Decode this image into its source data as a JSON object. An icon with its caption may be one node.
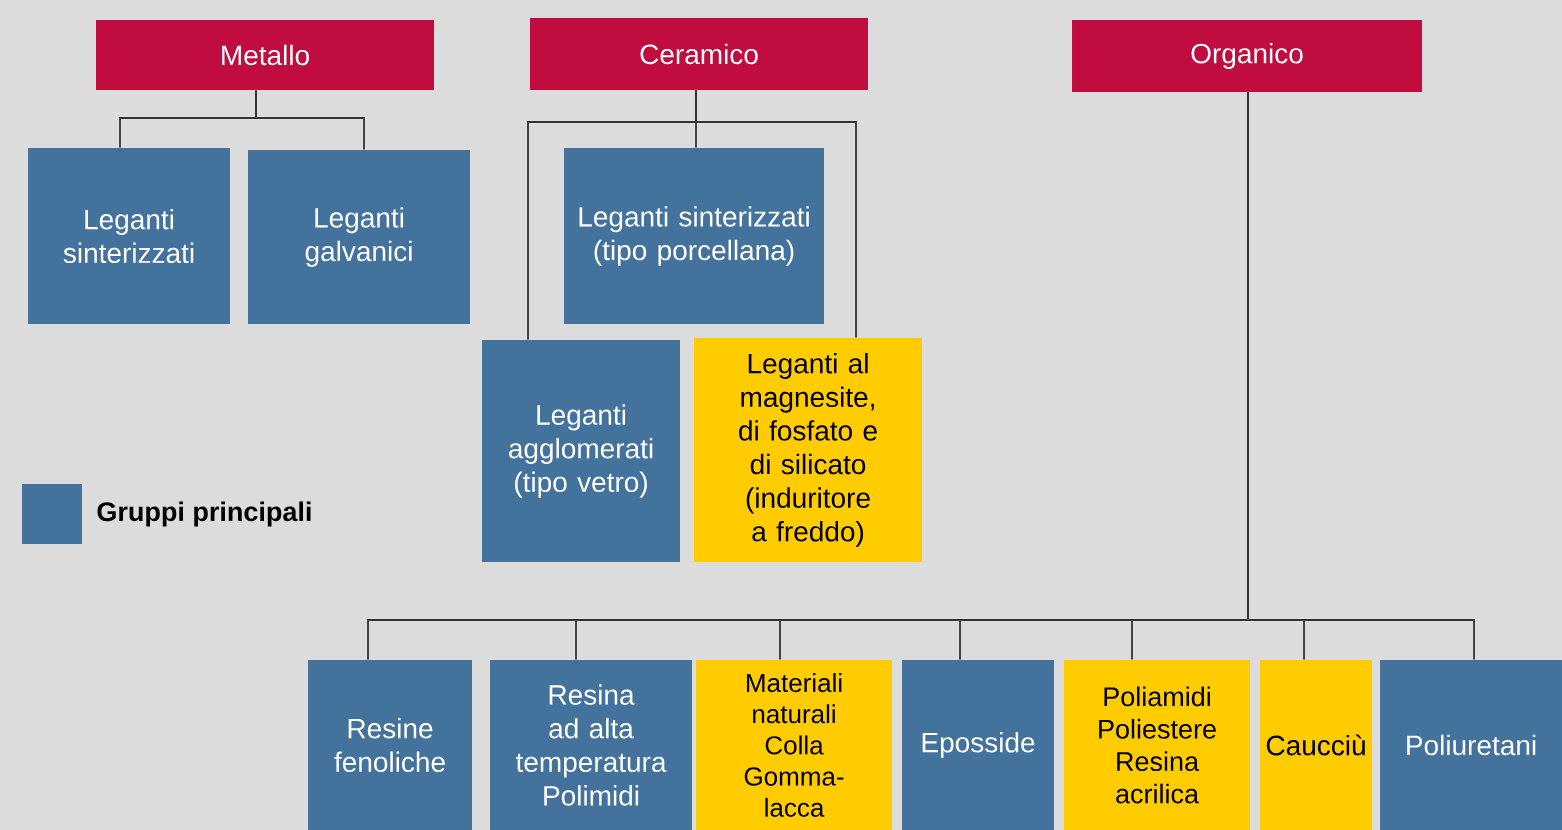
{
  "diagram": {
    "nodes": [
      {
        "text": [
          "Metallo"
        ]
      },
      {
        "text": [
          "Ceramico"
        ]
      },
      {
        "text": [
          "Organico"
        ]
      },
      {
        "text": [
          "Leganti sinterizzati"
        ]
      },
      {
        "text": [
          "Leganti galvanici"
        ]
      },
      {
        "text": [
          "Leganti sinterizzati (tipo porcellana)"
        ]
      },
      {
        "text": [
          "Leganti agglomerati (tipo vetro)"
        ]
      },
      {
        "text": [
          "Leganti al magnesite, di fosfato e di silicato (induritore a freddo)"
        ]
      },
      {
        "text": [
          "Resine fenoliche"
        ]
      },
      {
        "text": [
          "Resina ad alta temperatura Polimidi"
        ]
      },
      {
        "text": [
          "Materiali naturali Colla Gomma-lacca"
        ]
      },
      {
        "text": [
          "Eposside"
        ]
      },
      {
        "text": [
          "Poliamidi Poliestere Resina acrilica"
        ]
      },
      {
        "text": [
          "Caucciù"
        ]
      },
      {
        "text": [
          "Poliuretani"
        ]
      }
    ],
    "edges": [
      {
        "from": 0,
        "to": 3,
        "arrow": "none"
      },
      {
        "from": 0,
        "to": 4,
        "arrow": "none"
      },
      {
        "from": 1,
        "to": 5,
        "arrow": "none"
      },
      {
        "from": 1,
        "to": 6,
        "arrow": "none"
      },
      {
        "from": 1,
        "to": 7,
        "arrow": "none"
      },
      {
        "from": 2,
        "to": 8,
        "arrow": "none"
      },
      {
        "from": 2,
        "to": 9,
        "arrow": "none"
      },
      {
        "from": 2,
        "to": 10,
        "arrow": "none"
      },
      {
        "from": 2,
        "to": 11,
        "arrow": "none"
      },
      {
        "from": 2,
        "to": 12,
        "arrow": "none"
      },
      {
        "from": 2,
        "to": 13,
        "arrow": "none"
      },
      {
        "from": 2,
        "to": 14,
        "arrow": "none"
      }
    ],
    "legend": [
      {
        "text": "Gruppi principali",
        "color": "#43739c"
      }
    ]
  }
}
